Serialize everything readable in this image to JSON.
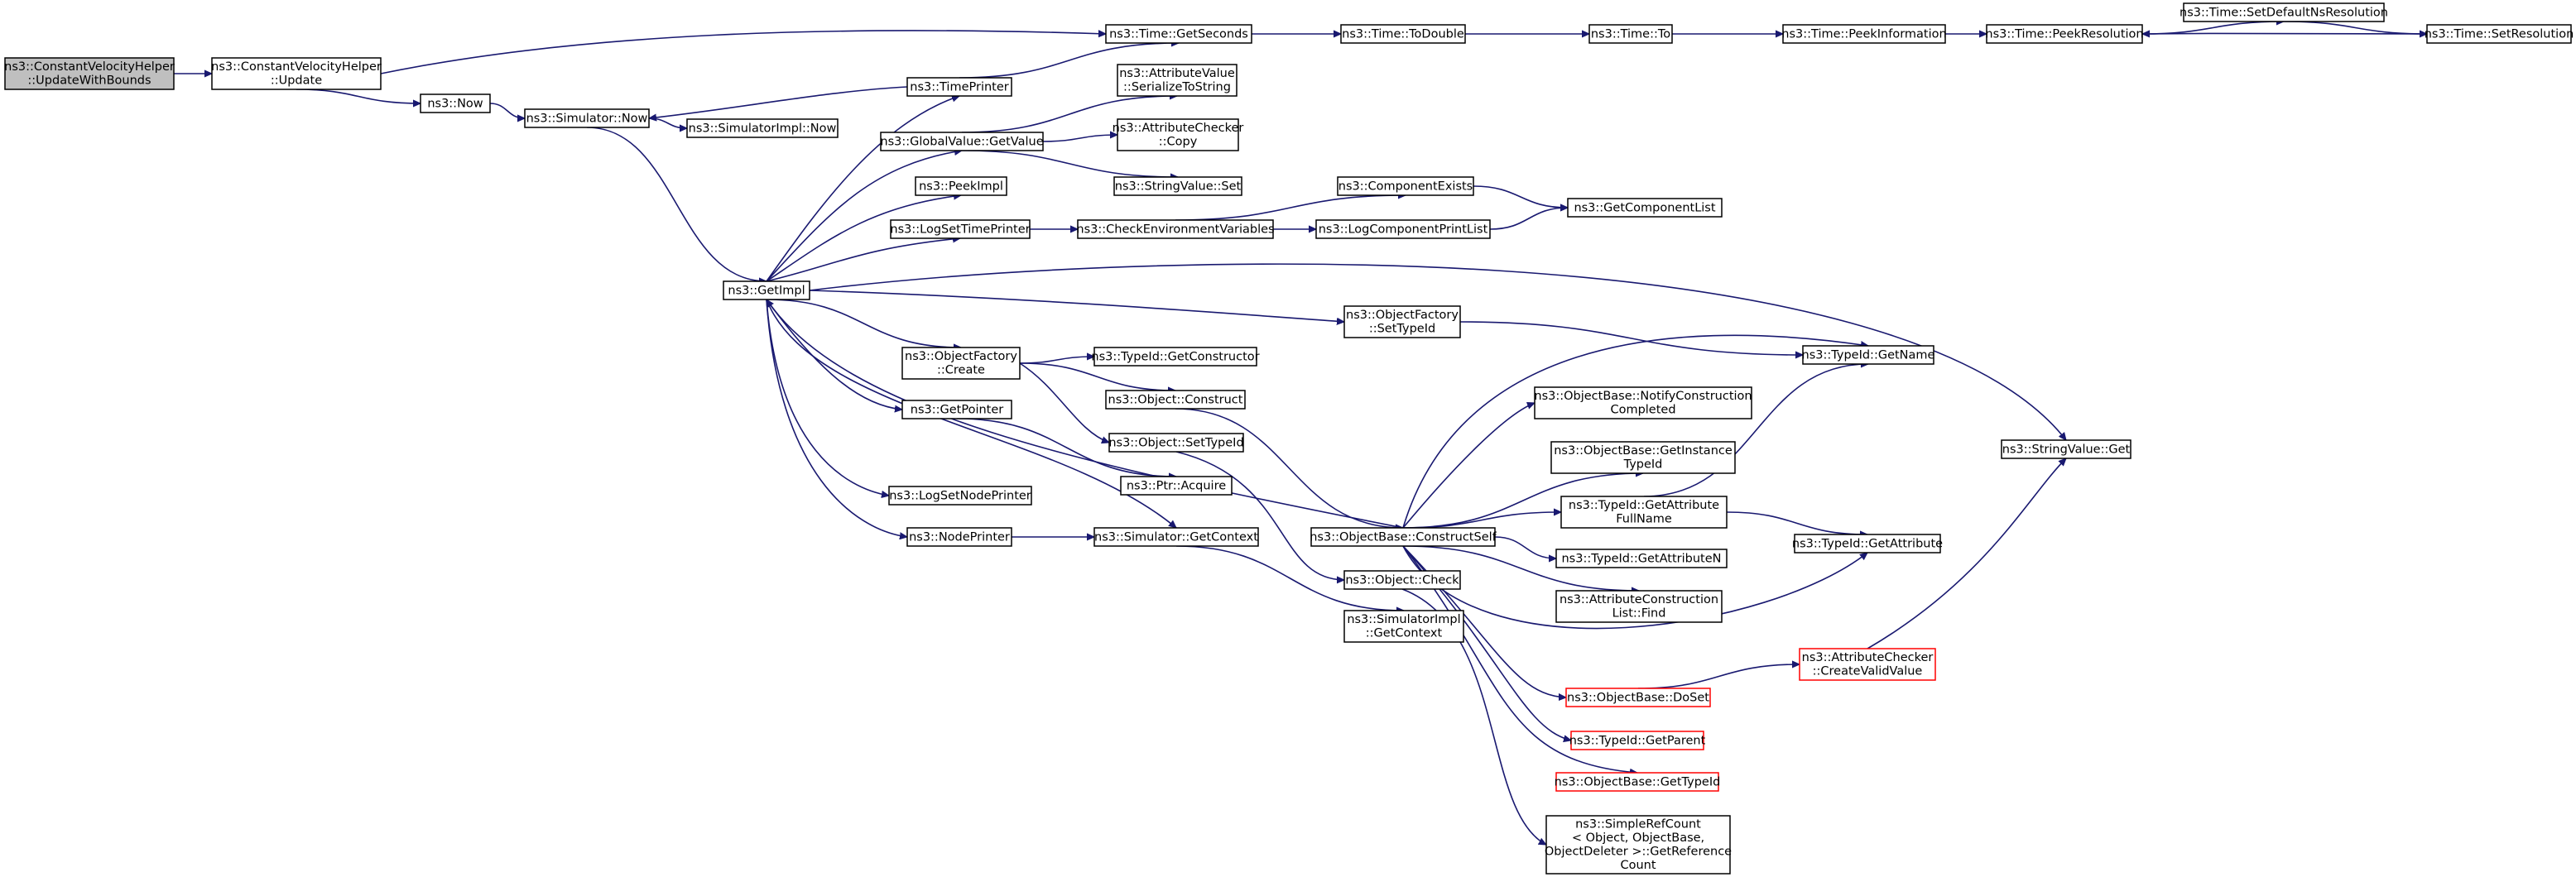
{
  "diagram": {
    "title": "",
    "nodes": [
      {
        "id": "root",
        "lines": [
          "ns3::ConstantVelocityHelper",
          "::UpdateWithBounds"
        ],
        "style": "root"
      },
      {
        "id": "update",
        "lines": [
          "ns3::ConstantVelocityHelper",
          "::Update"
        ]
      },
      {
        "id": "now",
        "lines": [
          "ns3::Now"
        ]
      },
      {
        "id": "simnow",
        "lines": [
          "ns3::Simulator::Now"
        ]
      },
      {
        "id": "simimplnow",
        "lines": [
          "ns3::SimulatorImpl::Now"
        ]
      },
      {
        "id": "getimpl",
        "lines": [
          "ns3::GetImpl"
        ]
      },
      {
        "id": "timeprinter",
        "lines": [
          "ns3::TimePrinter"
        ]
      },
      {
        "id": "gvgetvalue",
        "lines": [
          "ns3::GlobalValue::GetValue"
        ]
      },
      {
        "id": "peekimpl",
        "lines": [
          "ns3::PeekImpl"
        ]
      },
      {
        "id": "logsettimeprinter",
        "lines": [
          "ns3::LogSetTimePrinter"
        ]
      },
      {
        "id": "ofcreate",
        "lines": [
          "ns3::ObjectFactory",
          "::Create"
        ]
      },
      {
        "id": "getpointer",
        "lines": [
          "ns3::GetPointer"
        ]
      },
      {
        "id": "logsetnodeprinter",
        "lines": [
          "ns3::LogSetNodePrinter"
        ]
      },
      {
        "id": "nodeprinter",
        "lines": [
          "ns3::NodePrinter"
        ]
      },
      {
        "id": "getseconds",
        "lines": [
          "ns3::Time::GetSeconds"
        ]
      },
      {
        "id": "avserialize",
        "lines": [
          "ns3::AttributeValue",
          "::SerializeToString"
        ]
      },
      {
        "id": "accopy",
        "lines": [
          "ns3::AttributeChecker",
          "::Copy"
        ]
      },
      {
        "id": "svset",
        "lines": [
          "ns3::StringValue::Set"
        ]
      },
      {
        "id": "checkenv",
        "lines": [
          "ns3::CheckEnvironmentVariables"
        ]
      },
      {
        "id": "tidgetctor",
        "lines": [
          "ns3::TypeId::GetConstructor"
        ]
      },
      {
        "id": "objconstruct",
        "lines": [
          "ns3::Object::Construct"
        ]
      },
      {
        "id": "objsettypeid",
        "lines": [
          "ns3::Object::SetTypeId"
        ]
      },
      {
        "id": "ptracquire",
        "lines": [
          "ns3::Ptr::Acquire"
        ]
      },
      {
        "id": "simgetcontext",
        "lines": [
          "ns3::Simulator::GetContext"
        ]
      },
      {
        "id": "todouble",
        "lines": [
          "ns3::Time::ToDouble"
        ]
      },
      {
        "id": "compexists",
        "lines": [
          "ns3::ComponentExists"
        ]
      },
      {
        "id": "logcompprint",
        "lines": [
          "ns3::LogComponentPrintList"
        ]
      },
      {
        "id": "ofsettypeid",
        "lines": [
          "ns3::ObjectFactory",
          "::SetTypeId"
        ]
      },
      {
        "id": "obconstructself",
        "lines": [
          "ns3::ObjectBase::ConstructSelf"
        ]
      },
      {
        "id": "objcheck",
        "lines": [
          "ns3::Object::Check"
        ]
      },
      {
        "id": "simimplgetcontext",
        "lines": [
          "ns3::SimulatorImpl",
          "::GetContext"
        ]
      },
      {
        "id": "timeto",
        "lines": [
          "ns3::Time::To"
        ]
      },
      {
        "id": "getcomplist",
        "lines": [
          "ns3::GetComponentList"
        ]
      },
      {
        "id": "obnotify",
        "lines": [
          "ns3::ObjectBase::NotifyConstruction",
          "Completed"
        ]
      },
      {
        "id": "obgetinst",
        "lines": [
          "ns3::ObjectBase::GetInstance",
          "TypeId"
        ]
      },
      {
        "id": "tidgetattrfull",
        "lines": [
          "ns3::TypeId::GetAttribute",
          "FullName"
        ]
      },
      {
        "id": "tidgetattrn",
        "lines": [
          "ns3::TypeId::GetAttributeN"
        ]
      },
      {
        "id": "acfind",
        "lines": [
          "ns3::AttributeConstruction",
          "List::Find"
        ]
      },
      {
        "id": "obdoset",
        "lines": [
          "ns3::ObjectBase::DoSet"
        ],
        "style": "red"
      },
      {
        "id": "tidgetparent",
        "lines": [
          "ns3::TypeId::GetParent"
        ],
        "style": "red"
      },
      {
        "id": "obgettypeid",
        "lines": [
          "ns3::ObjectBase::GetTypeId"
        ],
        "style": "red"
      },
      {
        "id": "simplerefcount",
        "lines": [
          "ns3::SimpleRefCount",
          "< Object, ObjectBase,",
          " ObjectDeleter >::GetReference",
          "Count"
        ]
      },
      {
        "id": "peekinfo",
        "lines": [
          "ns3::Time::PeekInformation"
        ]
      },
      {
        "id": "tidgetname",
        "lines": [
          "ns3::TypeId::GetName"
        ]
      },
      {
        "id": "tidgetattr",
        "lines": [
          "ns3::TypeId::GetAttribute"
        ]
      },
      {
        "id": "accreatevalid",
        "lines": [
          "ns3::AttributeChecker",
          "::CreateValidValue"
        ],
        "style": "red"
      },
      {
        "id": "peekres",
        "lines": [
          "ns3::Time::PeekResolution"
        ]
      },
      {
        "id": "svget",
        "lines": [
          "ns3::StringValue::Get"
        ]
      },
      {
        "id": "setdefaultns",
        "lines": [
          "ns3::Time::SetDefaultNsResolution"
        ]
      },
      {
        "id": "setres",
        "lines": [
          "ns3::Time::SetResolution"
        ]
      }
    ],
    "edges": [
      [
        "root",
        "update"
      ],
      [
        "update",
        "getseconds"
      ],
      [
        "update",
        "now"
      ],
      [
        "now",
        "simnow"
      ],
      [
        "simnow",
        "simimplnow"
      ],
      [
        "simnow",
        "getimpl"
      ],
      [
        "timeprinter",
        "simnow"
      ],
      [
        "timeprinter",
        "getseconds"
      ],
      [
        "getimpl",
        "timeprinter"
      ],
      [
        "getimpl",
        "gvgetvalue"
      ],
      [
        "getimpl",
        "peekimpl"
      ],
      [
        "getimpl",
        "logsettimeprinter"
      ],
      [
        "getimpl",
        "ofsettypeid"
      ],
      [
        "getimpl",
        "svget"
      ],
      [
        "getimpl",
        "ofcreate"
      ],
      [
        "getimpl",
        "getpointer"
      ],
      [
        "getimpl",
        "logsetnodeprinter"
      ],
      [
        "getimpl",
        "nodeprinter"
      ],
      [
        "getimpl",
        "simgetcontext"
      ],
      [
        "obconstructself",
        "getimpl"
      ],
      [
        "gvgetvalue",
        "avserialize"
      ],
      [
        "gvgetvalue",
        "accopy"
      ],
      [
        "gvgetvalue",
        "svset"
      ],
      [
        "logsettimeprinter",
        "checkenv"
      ],
      [
        "checkenv",
        "compexists"
      ],
      [
        "checkenv",
        "logcompprint"
      ],
      [
        "compexists",
        "getcomplist"
      ],
      [
        "logcompprint",
        "getcomplist"
      ],
      [
        "ofsettypeid",
        "tidgetname"
      ],
      [
        "ofcreate",
        "tidgetctor"
      ],
      [
        "ofcreate",
        "objconstruct"
      ],
      [
        "ofcreate",
        "objsettypeid"
      ],
      [
        "getpointer",
        "ptracquire"
      ],
      [
        "objconstruct",
        "obconstructself"
      ],
      [
        "objsettypeid",
        "objcheck"
      ],
      [
        "nodeprinter",
        "simgetcontext"
      ],
      [
        "simgetcontext",
        "simimplgetcontext"
      ],
      [
        "getseconds",
        "todouble"
      ],
      [
        "todouble",
        "timeto"
      ],
      [
        "timeto",
        "peekinfo"
      ],
      [
        "peekinfo",
        "peekres"
      ],
      [
        "peekres",
        "setdefaultns"
      ],
      [
        "setdefaultns",
        "setres"
      ],
      [
        "setres",
        "peekres"
      ],
      [
        "obconstructself",
        "tidgetname"
      ],
      [
        "obconstructself",
        "obnotify"
      ],
      [
        "obconstructself",
        "obgetinst"
      ],
      [
        "obconstructself",
        "tidgetattrfull"
      ],
      [
        "obconstructself",
        "tidgetattrn"
      ],
      [
        "obconstructself",
        "acfind"
      ],
      [
        "obconstructself",
        "tidgetattr"
      ],
      [
        "obconstructself",
        "obdoset"
      ],
      [
        "obconstructself",
        "tidgetparent"
      ],
      [
        "obconstructself",
        "obgettypeid"
      ],
      [
        "objcheck",
        "simplerefcount"
      ],
      [
        "tidgetattrfull",
        "tidgetname"
      ],
      [
        "tidgetattrfull",
        "tidgetattr"
      ],
      [
        "obdoset",
        "accreatevalid"
      ],
      [
        "accreatevalid",
        "svget"
      ]
    ]
  }
}
